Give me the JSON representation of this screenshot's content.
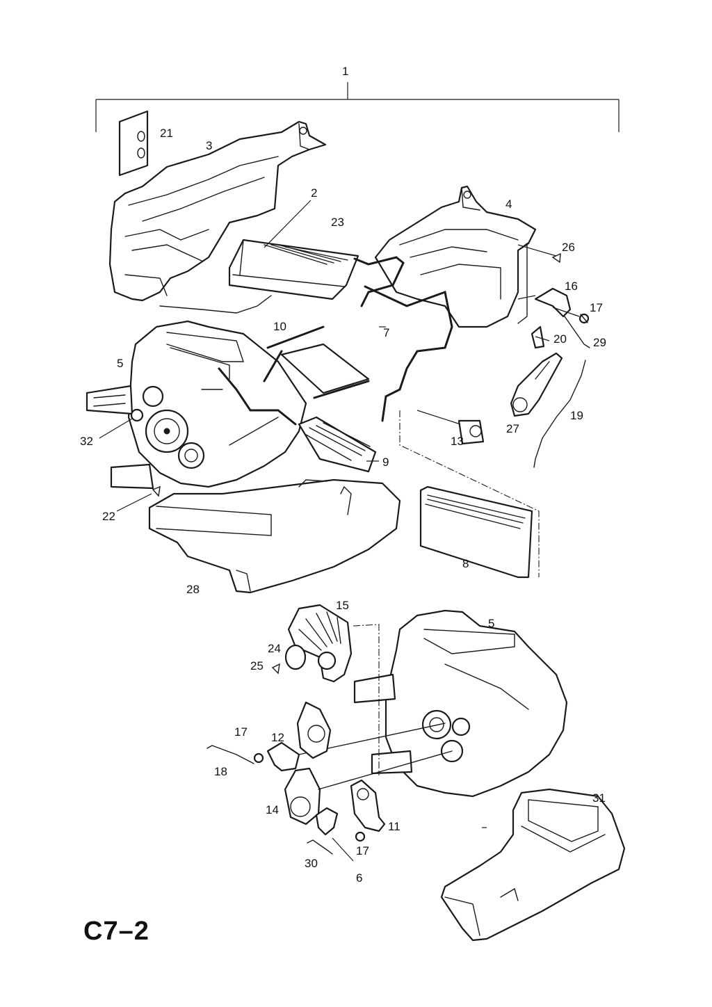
{
  "sheet_code": "C7–2",
  "callouts": {
    "c1": "1",
    "c2": "2",
    "c3": "3",
    "c4": "4",
    "c5a": "5",
    "c5b": "5",
    "c6": "6",
    "c7": "7",
    "c8": "8",
    "c9": "9",
    "c10": "10",
    "c11": "11",
    "c12": "12",
    "c13": "13",
    "c14": "14",
    "c15": "15",
    "c16": "16",
    "c17a": "17",
    "c17b": "17",
    "c17c": "17",
    "c18": "18",
    "c19": "19",
    "c20": "20",
    "c21": "21",
    "c22": "22",
    "c23": "23",
    "c24": "24",
    "c25": "25",
    "c26": "26",
    "c27": "27",
    "c28": "28",
    "c29": "29",
    "c30": "30",
    "c31": "31",
    "c32": "32"
  }
}
